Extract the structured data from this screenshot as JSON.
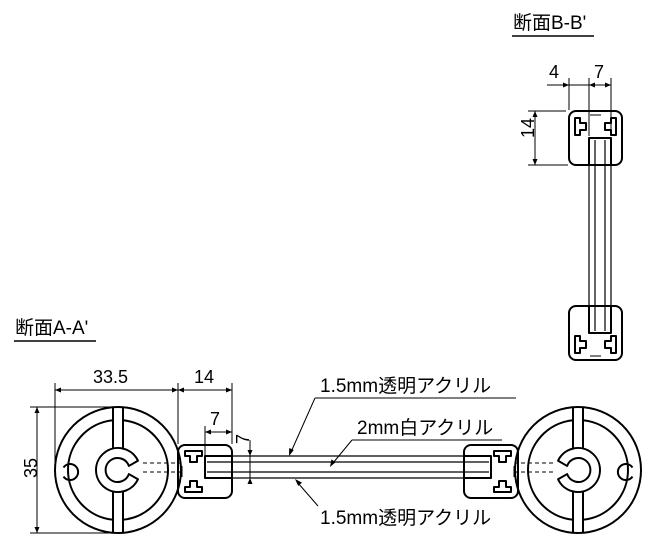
{
  "section_b": {
    "title": "断面B-B'",
    "dim_4": "4",
    "dim_7": "7",
    "dim_14": "14"
  },
  "section_a": {
    "title": "断面A-A'",
    "dim_33_5": "33.5",
    "dim_14": "14",
    "dim_7_width": "7",
    "dim_7_height": "7",
    "dim_35": "35"
  },
  "callouts": [
    {
      "text": "1.5mm透明アクリル"
    },
    {
      "text": "2mm白アクリル"
    },
    {
      "text": "1.5mm透明アクリル"
    }
  ],
  "colors": {
    "line": "#000000",
    "background": "#ffffff"
  }
}
